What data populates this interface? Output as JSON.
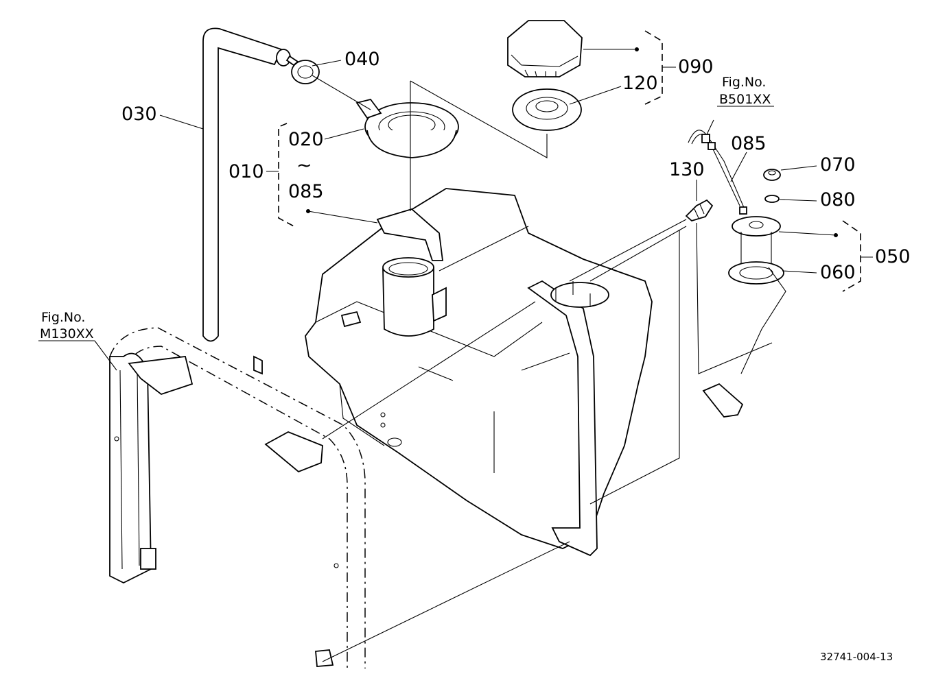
{
  "callouts": {
    "c010": "010",
    "c020": "020",
    "tilde": "~",
    "c085_left": "085",
    "c030": "030",
    "c040": "040",
    "c090": "090",
    "c120": "120",
    "c130": "130",
    "c085_right": "085",
    "c070": "070",
    "c080": "080",
    "c050": "050",
    "c060": "060"
  },
  "references": {
    "fig_no_top": "Fig.No.",
    "fig_code_top": "B501XX",
    "fig_no_left": "Fig.No.",
    "fig_code_left": "M130XX"
  },
  "document_number": "32741-004-13",
  "colors": {
    "ink": "#000000",
    "paper": "#ffffff"
  }
}
